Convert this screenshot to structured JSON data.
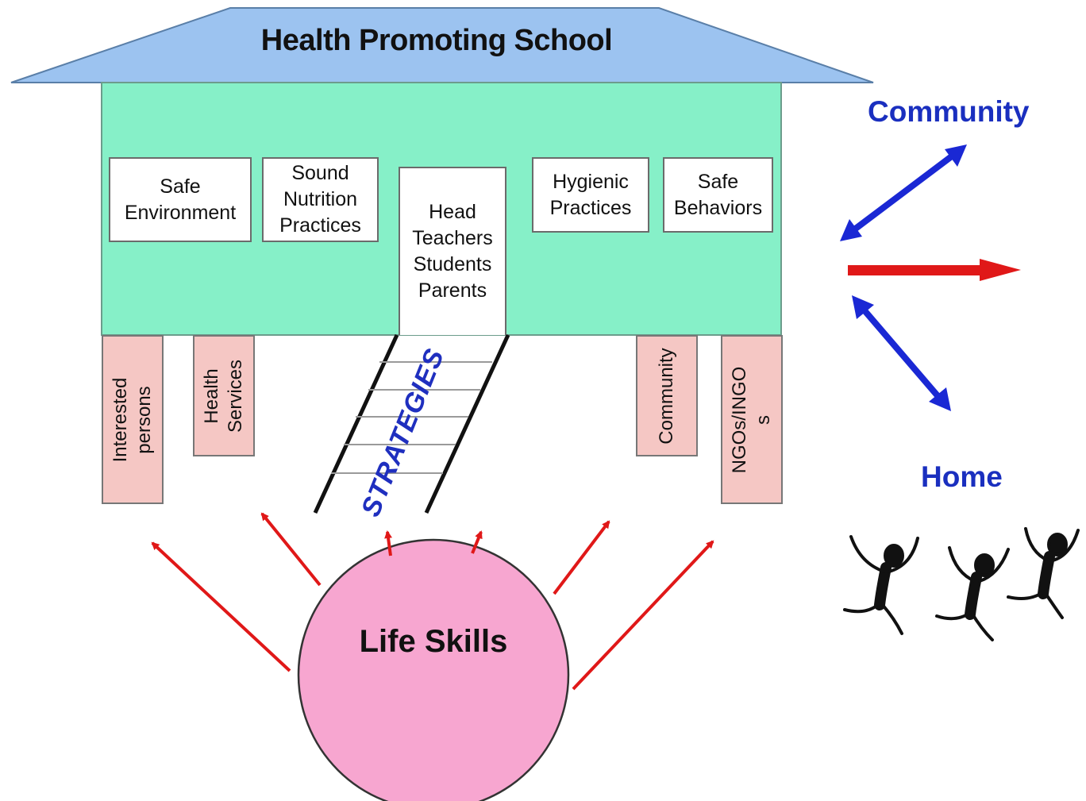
{
  "title": "Health Promoting School",
  "boxes": {
    "safe_environment": "Safe\nEnvironment",
    "sound_nutrition": "Sound\nNutrition\nPractices",
    "center": "Head\nTeachers\nStudents\nParents",
    "hygienic_practices": "Hygienic\nPractices",
    "safe_behaviors": "Safe\nBehaviors"
  },
  "pillars": {
    "interested_persons": "Interested\npersons",
    "health_services": "Health\nServices",
    "community": "Community",
    "ngos": "NGOs/INGO\ns"
  },
  "strategies_label": "STRATEGIES",
  "core_label": "Life Skills",
  "community_label": "Community",
  "home_label": "Home",
  "colors": {
    "roof": "#9cc3f0",
    "house_body": "#86f0c8",
    "pillar_fill": "#f5c7c4",
    "circle_fill": "#f7a6d0",
    "red_arrow": "#e01818",
    "blue_arrow": "#1a28d4",
    "label_blue": "#1a2fbf"
  },
  "icons": [
    "dancing-figure-icon",
    "dancing-figure-icon",
    "dancing-figure-icon"
  ]
}
